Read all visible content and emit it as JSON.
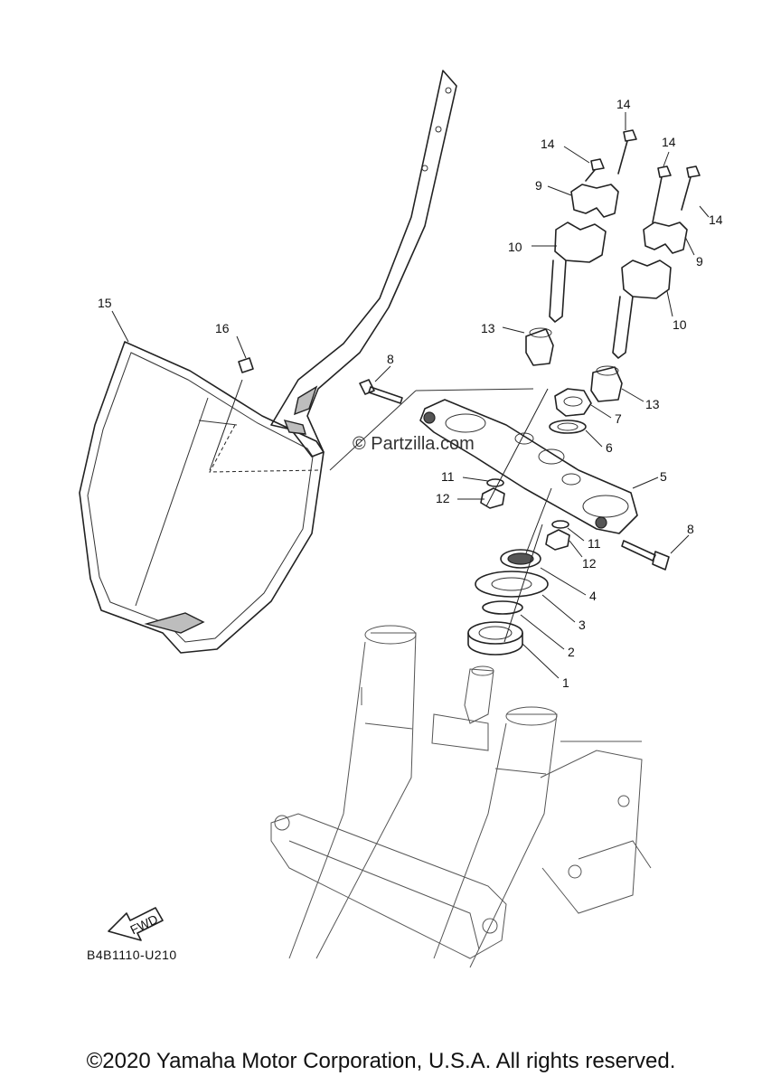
{
  "watermark": "© Partzilla.com",
  "reference_code": "B4B1110-U210",
  "fwd_label": "FWD",
  "copyright": "©2020 Yamaha Motor Corporation, U.S.A. All rights reserved.",
  "callouts": [
    "1",
    "2",
    "3",
    "4",
    "5",
    "6",
    "7",
    "8",
    "8",
    "9",
    "9",
    "10",
    "10",
    "11",
    "11",
    "12",
    "12",
    "13",
    "13",
    "14",
    "14",
    "14",
    "14",
    "15",
    "16"
  ]
}
